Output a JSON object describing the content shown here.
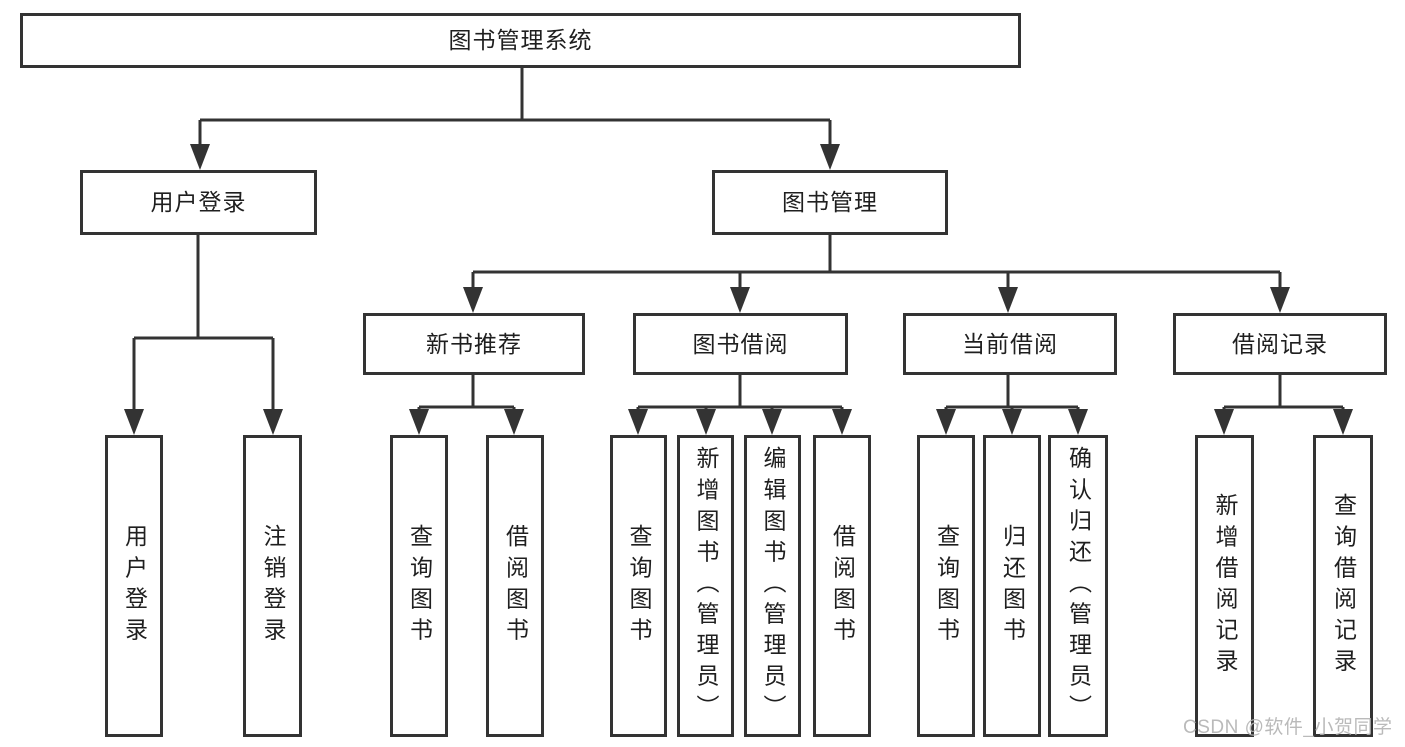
{
  "diagram": {
    "type": "hierarchy-tree",
    "nodes": {
      "root": {
        "label": "图书管理系统"
      },
      "user_login": {
        "label": "用户登录"
      },
      "book_mgmt": {
        "label": "图书管理"
      },
      "login": {
        "label": "用户登录"
      },
      "logout": {
        "label": "注销登录"
      },
      "new_books": {
        "label": "新书推荐"
      },
      "book_borrow": {
        "label": "图书借阅"
      },
      "current_borrow": {
        "label": "当前借阅"
      },
      "borrow_records": {
        "label": "借阅记录"
      },
      "nb_query_books": {
        "label": "查询图书"
      },
      "nb_borrow_books": {
        "label": "借阅图书"
      },
      "bb_query_books": {
        "label": "查询图书"
      },
      "bb_add_books": {
        "label": "新增图书（管理员）"
      },
      "bb_edit_books": {
        "label": "编辑图书（管理员）"
      },
      "bb_borrow_books": {
        "label": "借阅图书"
      },
      "cb_query_books": {
        "label": "查询图书"
      },
      "cb_return_books": {
        "label": "归还图书"
      },
      "cb_confirm_return": {
        "label": "确认归还（管理员）"
      },
      "br_add_record": {
        "label": "新增借阅记录"
      },
      "br_query_record": {
        "label": "查询借阅记录"
      }
    },
    "hierarchy": {
      "root": [
        "user_login",
        "book_mgmt"
      ],
      "user_login": [
        "login",
        "logout"
      ],
      "book_mgmt": [
        "new_books",
        "book_borrow",
        "current_borrow",
        "borrow_records"
      ],
      "new_books": [
        "nb_query_books",
        "nb_borrow_books"
      ],
      "book_borrow": [
        "bb_query_books",
        "bb_add_books",
        "bb_edit_books",
        "bb_borrow_books"
      ],
      "current_borrow": [
        "cb_query_books",
        "cb_return_books",
        "cb_confirm_return"
      ],
      "borrow_records": [
        "br_add_record",
        "br_query_record"
      ]
    },
    "colors": {
      "line": "#333333",
      "text": "#1f1f1f",
      "background": "#ffffff",
      "watermark": "#b3b3b3"
    }
  },
  "watermark": {
    "text": "CSDN @软件_小贺同学"
  }
}
